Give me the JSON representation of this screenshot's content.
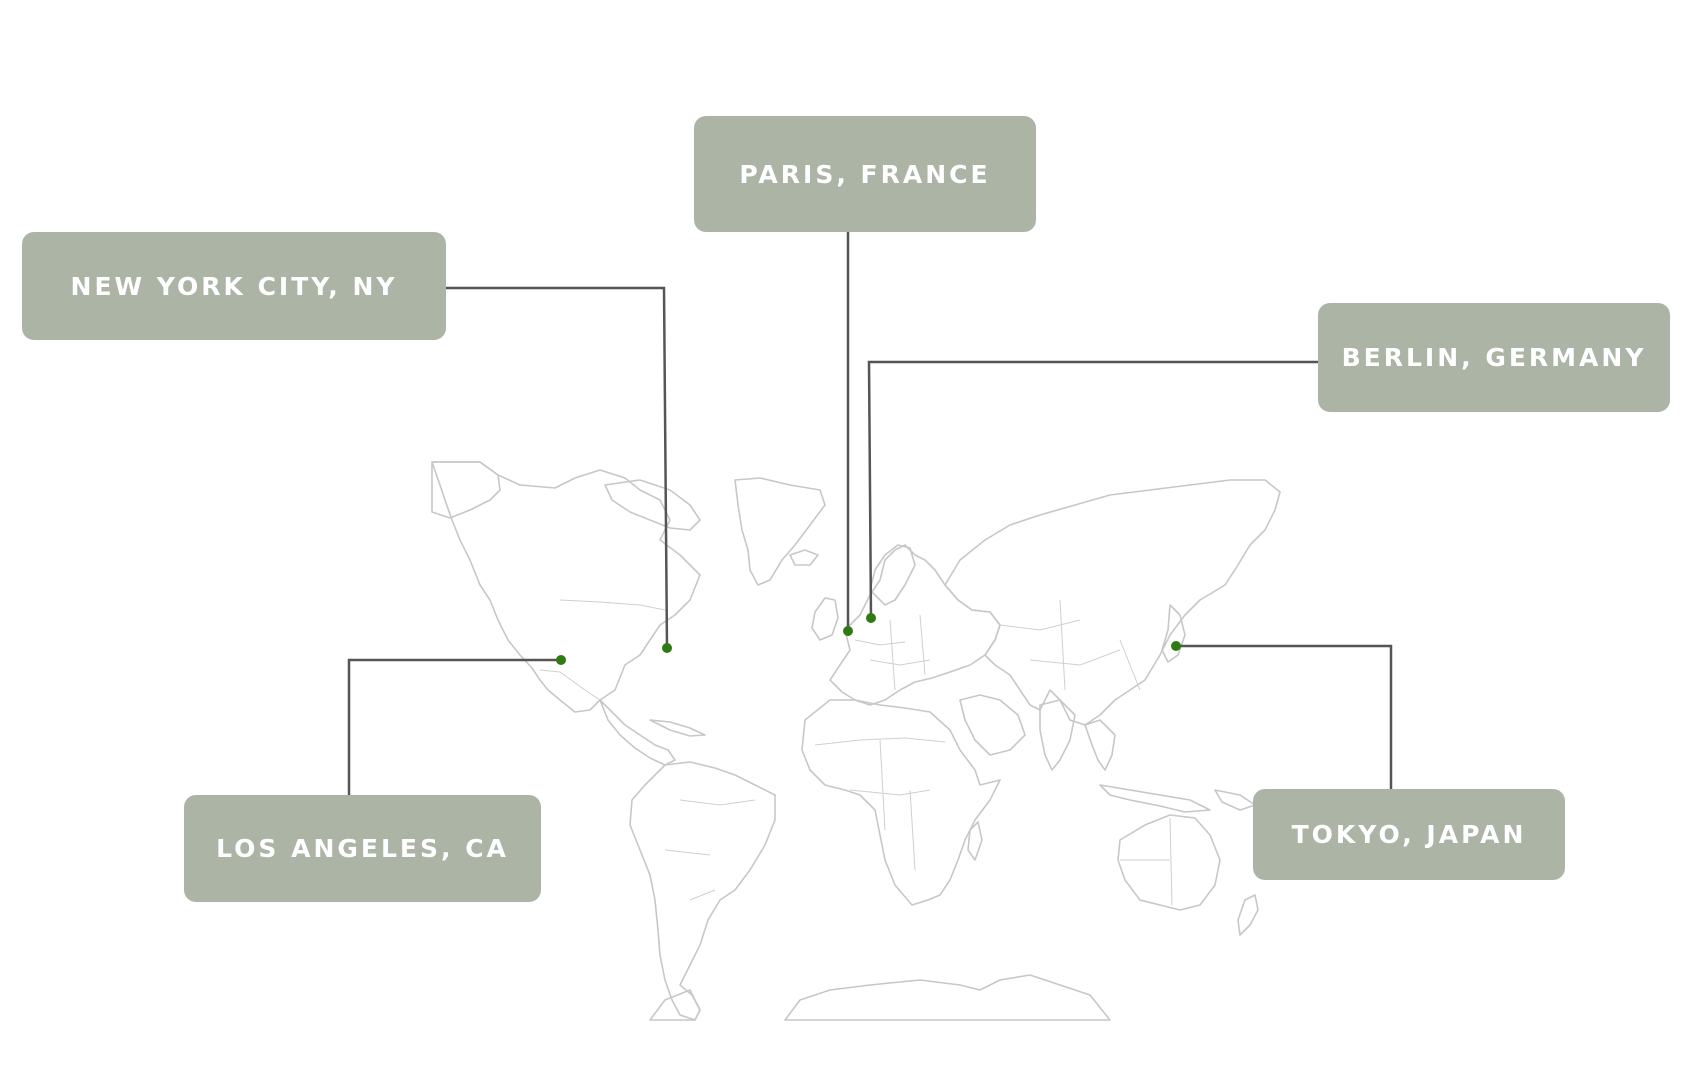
{
  "map": {
    "name": "world-map",
    "land_stroke": "#c7c7c7",
    "border_stroke": "#cfcfcf",
    "connector_color": "#555555",
    "pin_color": "#2f7a12",
    "label_bg": "#acb4a6",
    "label_text_color": "#ffffff"
  },
  "locations": [
    {
      "id": "new-york",
      "label": "NEW YORK CITY, NY",
      "lat": 40.7,
      "lon": -74.0
    },
    {
      "id": "paris",
      "label": "PARIS, FRANCE",
      "lat": 48.9,
      "lon": 2.35
    },
    {
      "id": "berlin",
      "label": "BERLIN, GERMANY",
      "lat": 52.5,
      "lon": 13.4
    },
    {
      "id": "los-angeles",
      "label": "LOS ANGELES, CA",
      "lat": 34.05,
      "lon": -118.2
    },
    {
      "id": "tokyo",
      "label": "TOKYO, JAPAN",
      "lat": 35.7,
      "lon": 139.7
    }
  ]
}
